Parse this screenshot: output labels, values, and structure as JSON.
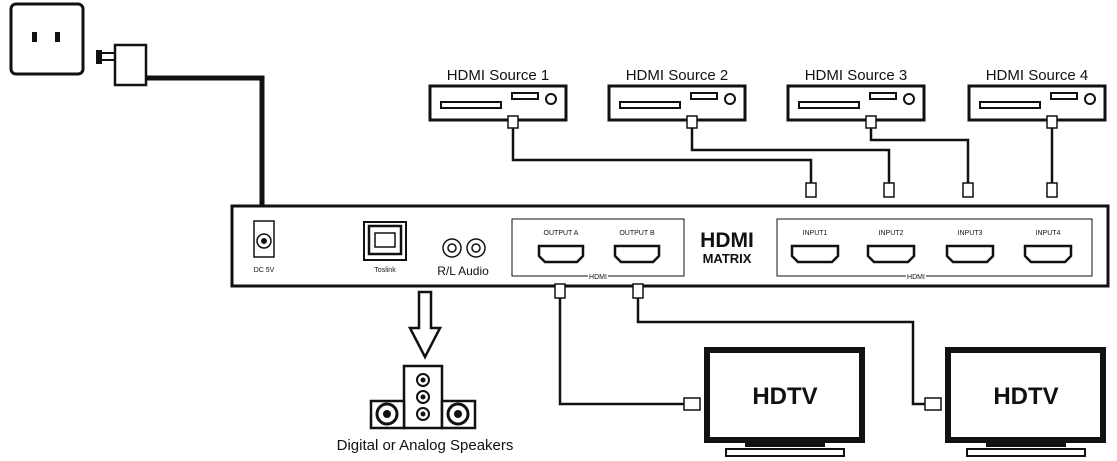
{
  "sources": [
    {
      "label": "HDMI Source 1"
    },
    {
      "label": "HDMI Source 2"
    },
    {
      "label": "HDMI Source 3"
    },
    {
      "label": "HDMI Source 4"
    }
  ],
  "matrix": {
    "brand_line1": "HDMI",
    "brand_line2": "MATRIX",
    "power_label": "DC 5V",
    "toslink_label": "Toslink",
    "audio_label": "R/L Audio",
    "outputs": [
      {
        "label": "OUTPUT A"
      },
      {
        "label": "OUTPUT B"
      }
    ],
    "output_group_label": "HDMI",
    "inputs": [
      {
        "label": "INPUT1"
      },
      {
        "label": "INPUT2"
      },
      {
        "label": "INPUT3"
      },
      {
        "label": "INPUT4"
      }
    ],
    "input_group_label": "HDMI"
  },
  "displays": [
    {
      "label": "HDTV"
    },
    {
      "label": "HDTV"
    }
  ],
  "speakers_label": "Digital or Analog Speakers"
}
